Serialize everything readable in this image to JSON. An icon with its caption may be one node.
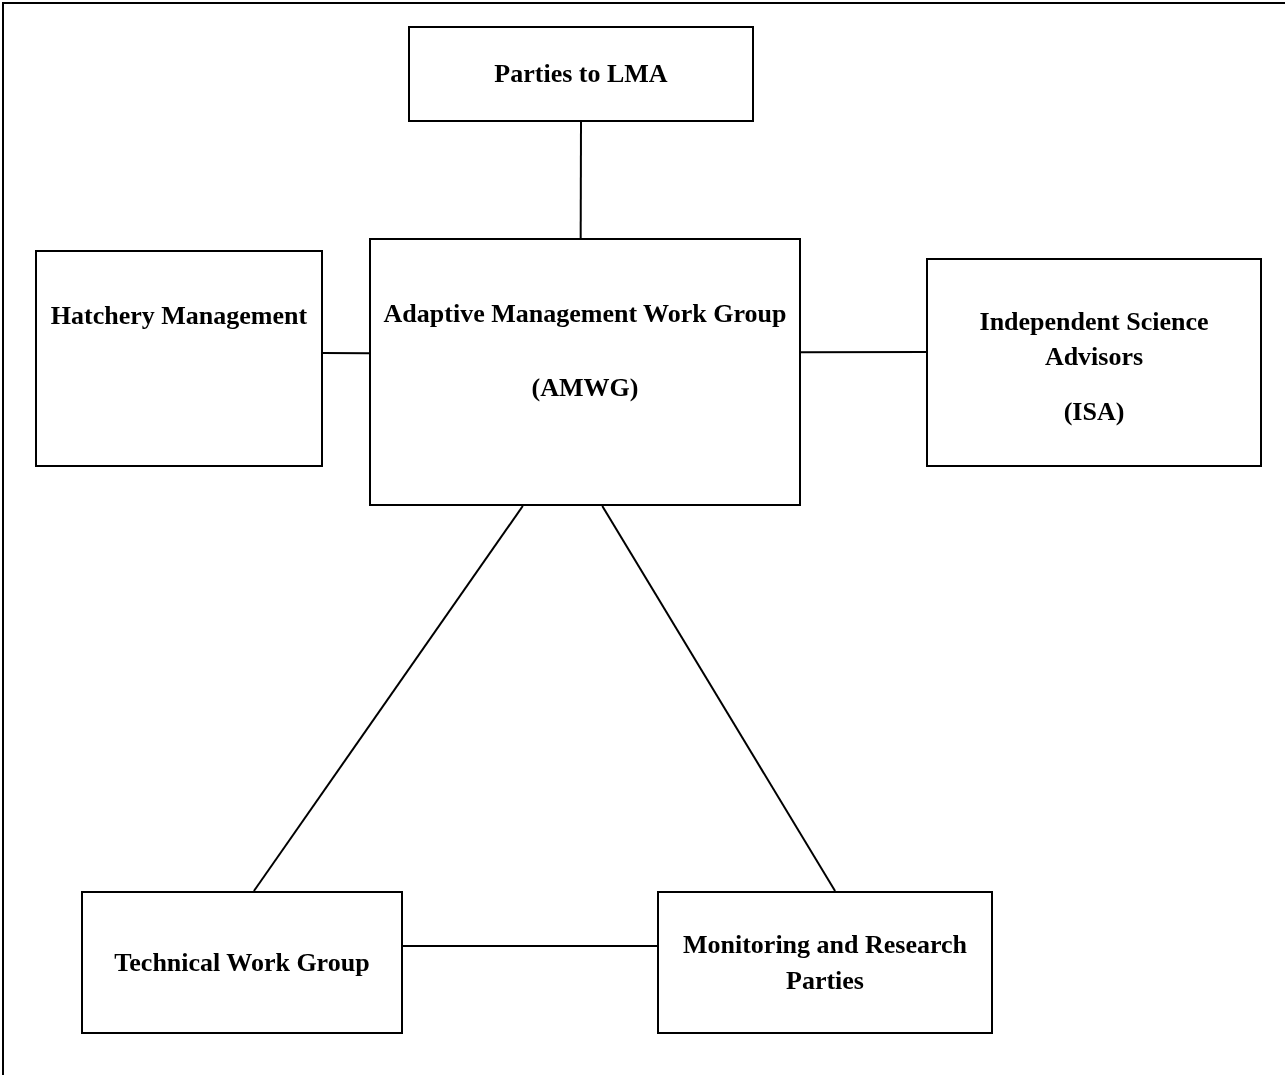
{
  "diagram": {
    "nodes": [
      {
        "text": [
          "Parties to LMA"
        ]
      },
      {
        "text": [
          "Hatchery Management"
        ]
      },
      {
        "text": [
          "Adaptive Management Work Group",
          "(AMWG)"
        ]
      },
      {
        "text": [
          "Independent Science Advisors",
          "(ISA)"
        ]
      },
      {
        "text": [
          "Technical Work Group"
        ]
      },
      {
        "text": [
          "Monitoring and Research Parties"
        ]
      }
    ],
    "edges": [
      {
        "from": 0,
        "to": 2,
        "arrow": "none"
      },
      {
        "from": 1,
        "to": 2,
        "arrow": "none"
      },
      {
        "from": 2,
        "to": 3,
        "arrow": "none"
      },
      {
        "from": 2,
        "to": 4,
        "arrow": "none"
      },
      {
        "from": 2,
        "to": 5,
        "arrow": "none"
      },
      {
        "from": 4,
        "to": 5,
        "arrow": "none"
      }
    ]
  }
}
